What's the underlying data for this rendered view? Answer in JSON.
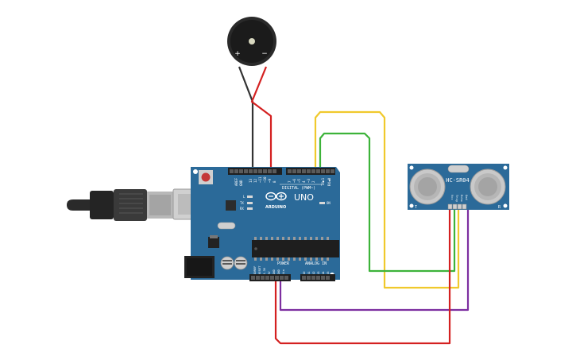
{
  "buzzer": {
    "plus_label": "+",
    "minus_label": "−"
  },
  "arduino": {
    "brand": "ARDUINO",
    "model": "UNO",
    "digital_label": "DIGITAL (PWM~)",
    "power_label": "POWER",
    "analog_label": "ANALOG IN",
    "aref_label": "AREF",
    "gnd_label": "GND",
    "tx_label": "TX",
    "rx_label": "RX",
    "l_label": "L",
    "on_label": "ON",
    "txd_label": "TX▶1",
    "rxd_label": "RX◀0",
    "digital_pins": [
      "13",
      "12",
      "~11",
      "~10",
      "~9",
      "8",
      "7",
      "~6",
      "~5",
      "4",
      "~3",
      "2"
    ],
    "power_pins": [
      "IOREF",
      "RESET",
      "3.3V",
      "5V",
      "GND",
      "GND",
      "Vin"
    ],
    "analog_pins": [
      "A0",
      "A1",
      "A2",
      "A3",
      "A4",
      "A5"
    ]
  },
  "sensor": {
    "model": "HC-SR04",
    "pins": [
      "Vcc",
      "Trig",
      "Echo",
      "Gnd"
    ],
    "left_mark": "T",
    "right_mark": "R"
  },
  "colors": {
    "board": "#2b6a99",
    "wire_red": "#d42020",
    "wire_black": "#333333",
    "wire_yellow": "#f0c92c",
    "wire_green": "#3db33a",
    "wire_purple": "#7d2fa0"
  }
}
